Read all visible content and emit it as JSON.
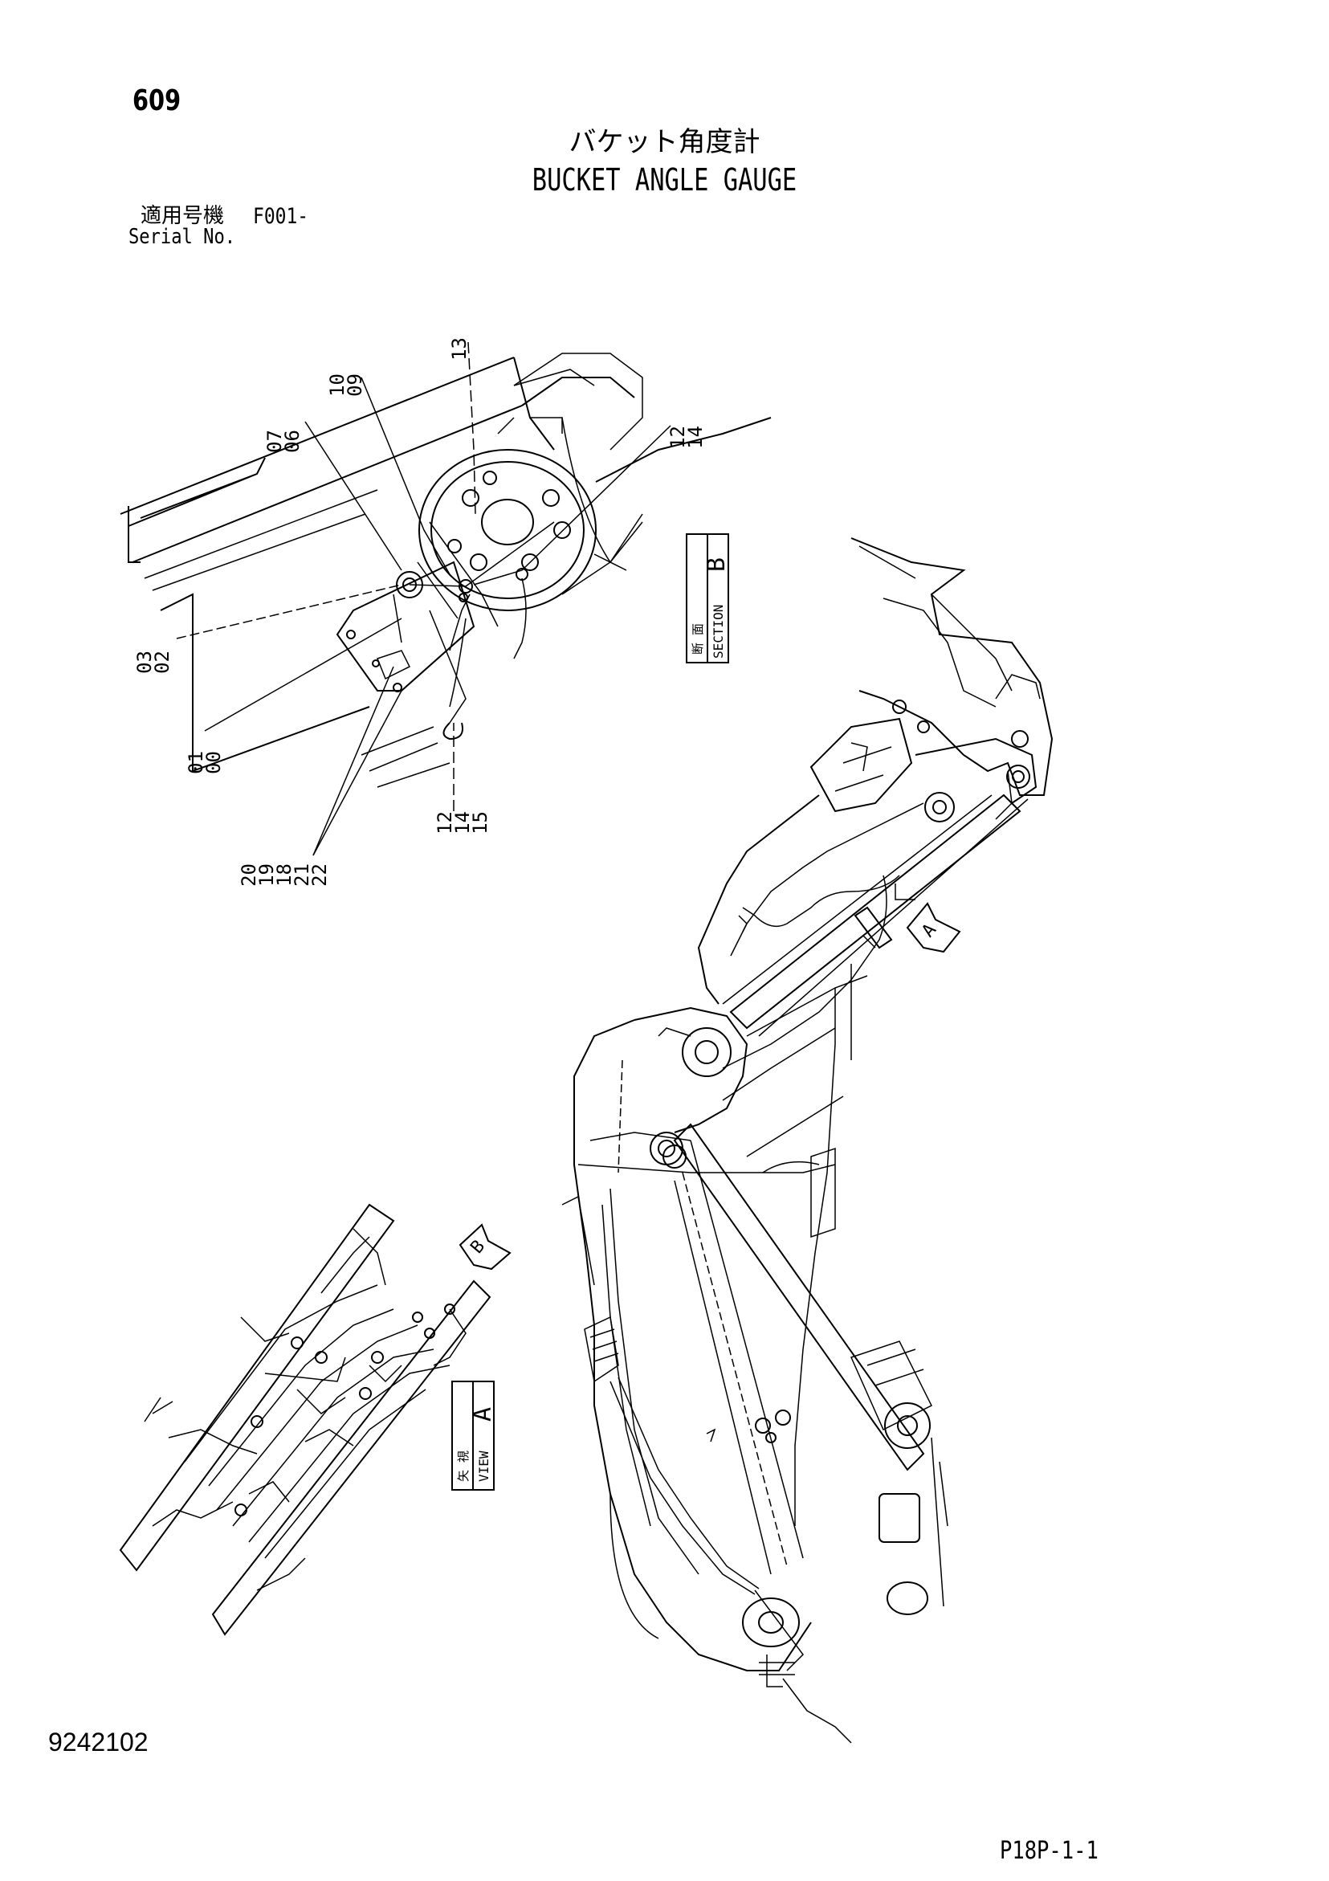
{
  "header": {
    "page_number": "609",
    "title_jp": "バケット角度計",
    "title_en": "BUCKET ANGLE GAUGE",
    "serial_label_jp": "適用号機",
    "serial_value": "F001-",
    "serial_label_en": "Serial No."
  },
  "callouts": {
    "c13": "13",
    "c10_09": [
      "10",
      "09"
    ],
    "c07_06": [
      "07",
      "06"
    ],
    "c12_14_top": [
      "12",
      "14"
    ],
    "c03_02": [
      "03",
      "02"
    ],
    "c01_00": [
      "01",
      "00"
    ],
    "c12_14_15": [
      "12",
      "14",
      "15"
    ],
    "c20_22": [
      "20",
      "19",
      "18",
      "21",
      "22"
    ]
  },
  "boxes": {
    "section_jp": "断 面",
    "section_en": "SECTION",
    "section_letter": "B",
    "view_jp": "矢 視",
    "view_en": "VIEW",
    "view_letter": "A"
  },
  "arrows": {
    "arrow_a": "A",
    "arrow_b": "B"
  },
  "footer": {
    "document_number": "9242102",
    "sheet_reference": "P18P-1-1"
  },
  "colors": {
    "ink": "#000000",
    "paper": "#ffffff"
  }
}
